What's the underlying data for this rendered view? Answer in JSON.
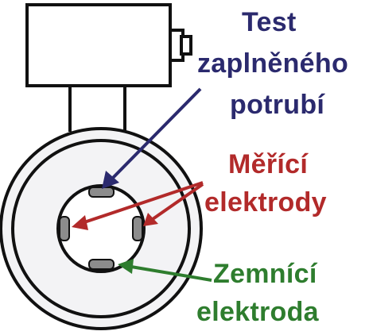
{
  "labels": {
    "test": {
      "line1": "Test",
      "line2": "zaplněného",
      "line3": "potrubí",
      "color": "#2b2a6e"
    },
    "measure": {
      "line1": "Měřící",
      "line2": "elektrody",
      "color": "#b22a2a"
    },
    "ground": {
      "line1": "Zemnící",
      "line2": "elektroda",
      "color": "#2e7d2e"
    }
  },
  "colors": {
    "outline": "#111111",
    "body_fill": "#ffffff",
    "flange_fill": "#f3f3f5",
    "electrode_fill": "#8c8c8c"
  },
  "icons": [
    "transmitter-head",
    "pipe-flange",
    "electrode"
  ]
}
